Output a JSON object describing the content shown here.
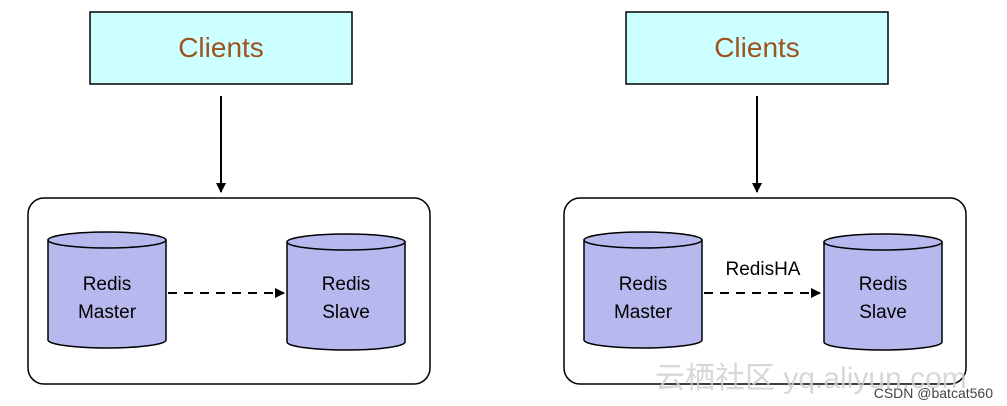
{
  "diagrams": [
    {
      "clients_label": "Clients",
      "master_label": [
        "Redis",
        "Master"
      ],
      "slave_label": [
        "Redis",
        "Slave"
      ],
      "link_label": ""
    },
    {
      "clients_label": "Clients",
      "master_label": [
        "Redis",
        "Master"
      ],
      "slave_label": [
        "Redis",
        "Slave"
      ],
      "link_label": "RedisHA"
    }
  ],
  "watermarks": {
    "site": "云栖社区 yq.aliyun.com",
    "csdn": "CSDN @batcat560"
  },
  "colors": {
    "clients_fill": "#ccffff",
    "clients_text": "#a0521e",
    "db_fill": "#b7b9ee",
    "stroke": "#000000",
    "watermark": "#c8c8c8"
  }
}
